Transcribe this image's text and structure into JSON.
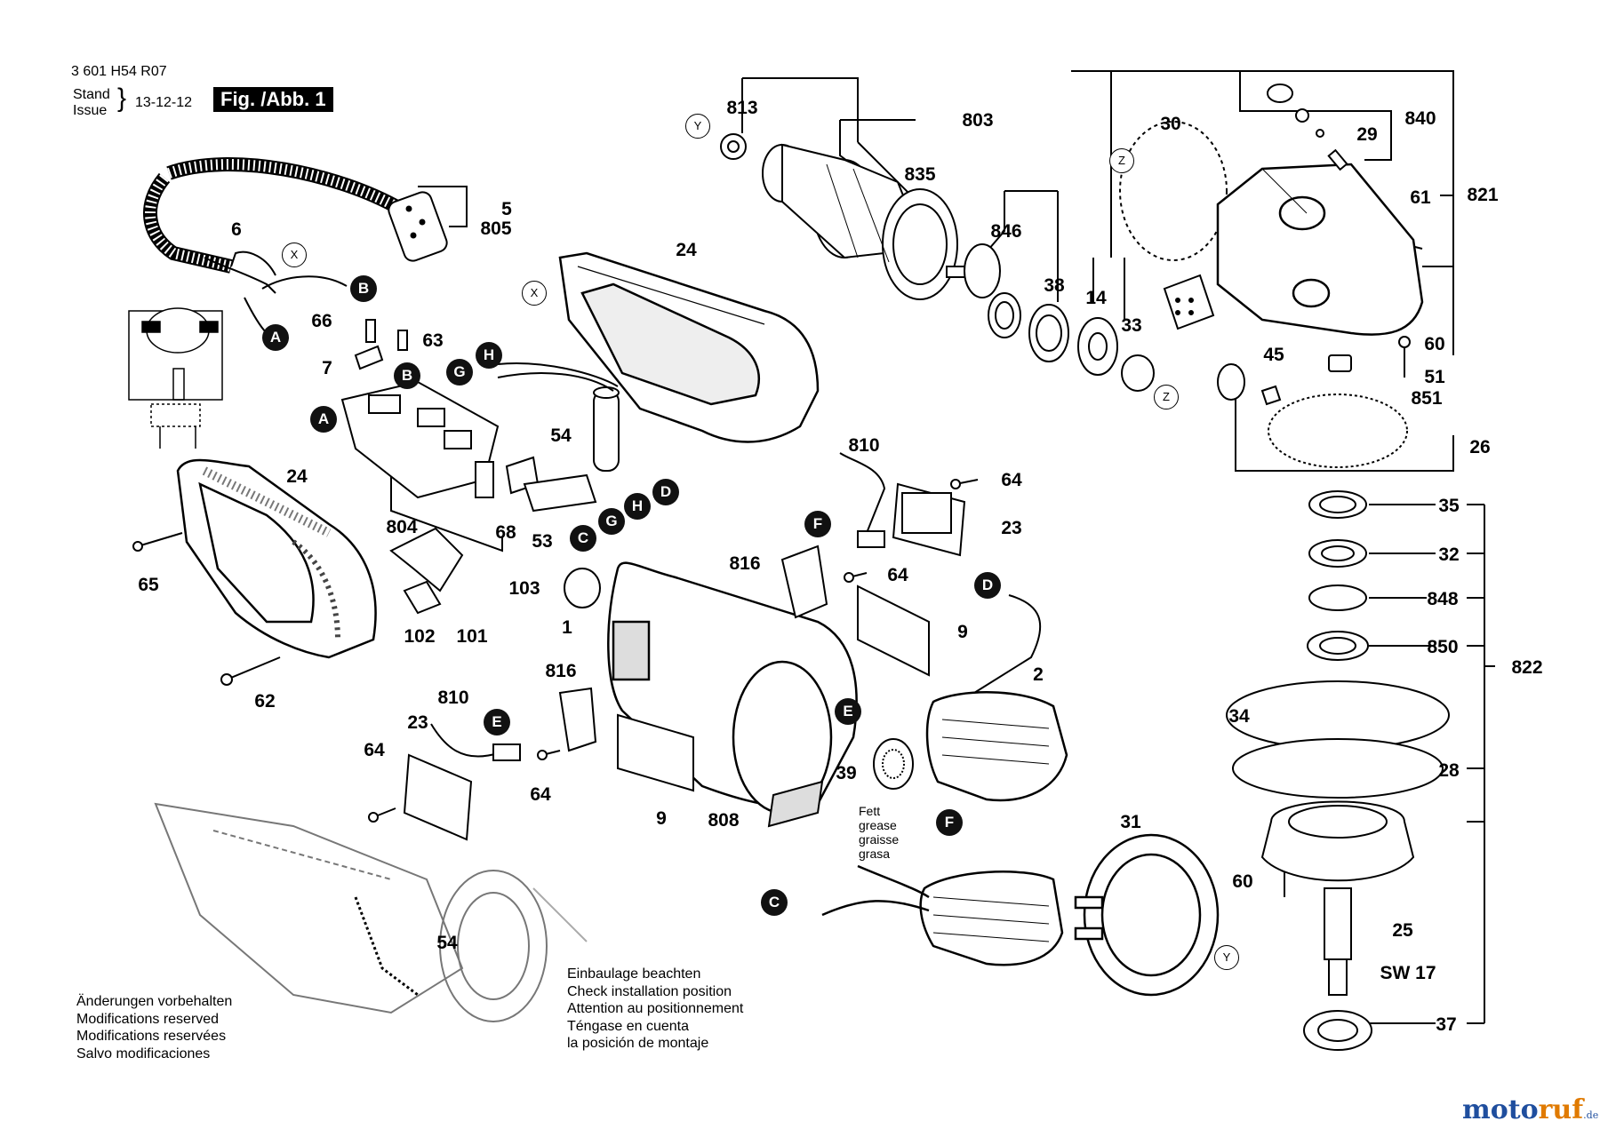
{
  "header": {
    "doc_number": "3 601 H54 R07",
    "stand": "Stand",
    "issue": "Issue",
    "date": "13-12-12",
    "figure_label": "Fig. /Abb. 1"
  },
  "notes": {
    "modifications": [
      "Änderungen vorbehalten",
      "Modifications reserved",
      "Modifications reservées",
      "Salvo modificaciones"
    ],
    "installation": [
      "Einbaulage beachten",
      "Check installation position",
      "Attention au positionnement",
      "Téngase en cuenta",
      "la posición de montaje"
    ],
    "grease": [
      "Fett",
      "grease",
      "graisse",
      "grasa"
    ]
  },
  "callouts": [
    {
      "id": "813",
      "text": "813"
    },
    {
      "id": "803",
      "text": "803"
    },
    {
      "id": "30",
      "text": "30"
    },
    {
      "id": "840",
      "text": "840"
    },
    {
      "id": "29",
      "text": "29"
    },
    {
      "id": "821",
      "text": "821"
    },
    {
      "id": "835",
      "text": "835"
    },
    {
      "id": "61",
      "text": "61"
    },
    {
      "id": "5",
      "text": "5"
    },
    {
      "id": "805",
      "text": "805"
    },
    {
      "id": "6",
      "text": "6"
    },
    {
      "id": "24a",
      "text": "24"
    },
    {
      "id": "846",
      "text": "846"
    },
    {
      "id": "38",
      "text": "38"
    },
    {
      "id": "14",
      "text": "14"
    },
    {
      "id": "33",
      "text": "33"
    },
    {
      "id": "60a",
      "text": "60"
    },
    {
      "id": "51",
      "text": "51"
    },
    {
      "id": "851",
      "text": "851"
    },
    {
      "id": "45",
      "text": "45"
    },
    {
      "id": "26",
      "text": "26"
    },
    {
      "id": "66",
      "text": "66"
    },
    {
      "id": "63",
      "text": "63"
    },
    {
      "id": "7",
      "text": "7"
    },
    {
      "id": "54a",
      "text": "54"
    },
    {
      "id": "810a",
      "text": "810"
    },
    {
      "id": "64a",
      "text": "64"
    },
    {
      "id": "23a",
      "text": "23"
    },
    {
      "id": "24b",
      "text": "24"
    },
    {
      "id": "804",
      "text": "804"
    },
    {
      "id": "68",
      "text": "68"
    },
    {
      "id": "53",
      "text": "53"
    },
    {
      "id": "65",
      "text": "65"
    },
    {
      "id": "816a",
      "text": "816"
    },
    {
      "id": "64b",
      "text": "64"
    },
    {
      "id": "35",
      "text": "35"
    },
    {
      "id": "32",
      "text": "32"
    },
    {
      "id": "848",
      "text": "848"
    },
    {
      "id": "850",
      "text": "850"
    },
    {
      "id": "822",
      "text": "822"
    },
    {
      "id": "103",
      "text": "103"
    },
    {
      "id": "1",
      "text": "1"
    },
    {
      "id": "102",
      "text": "102"
    },
    {
      "id": "101",
      "text": "101"
    },
    {
      "id": "9a",
      "text": "9"
    },
    {
      "id": "62",
      "text": "62"
    },
    {
      "id": "2",
      "text": "2"
    },
    {
      "id": "816b",
      "text": "816"
    },
    {
      "id": "810b",
      "text": "810"
    },
    {
      "id": "34",
      "text": "34"
    },
    {
      "id": "28",
      "text": "28"
    },
    {
      "id": "23b",
      "text": "23"
    },
    {
      "id": "64c",
      "text": "64"
    },
    {
      "id": "39",
      "text": "39"
    },
    {
      "id": "64d",
      "text": "64"
    },
    {
      "id": "9b",
      "text": "9"
    },
    {
      "id": "808",
      "text": "808"
    },
    {
      "id": "31",
      "text": "31"
    },
    {
      "id": "60b",
      "text": "60"
    },
    {
      "id": "25",
      "text": "25"
    },
    {
      "id": "sw17",
      "text": "SW 17"
    },
    {
      "id": "37",
      "text": "37"
    },
    {
      "id": "54b",
      "text": "54"
    }
  ],
  "connectors": [
    {
      "id": "B1",
      "text": "B"
    },
    {
      "id": "A1",
      "text": "A"
    },
    {
      "id": "B2",
      "text": "B"
    },
    {
      "id": "H1",
      "text": "H"
    },
    {
      "id": "G1",
      "text": "G"
    },
    {
      "id": "A2",
      "text": "A"
    },
    {
      "id": "D1",
      "text": "D"
    },
    {
      "id": "H2",
      "text": "H"
    },
    {
      "id": "G2",
      "text": "G"
    },
    {
      "id": "C1",
      "text": "C"
    },
    {
      "id": "F1",
      "text": "F"
    },
    {
      "id": "D2",
      "text": "D"
    },
    {
      "id": "E1",
      "text": "E"
    },
    {
      "id": "E2",
      "text": "E"
    },
    {
      "id": "F2",
      "text": "F"
    },
    {
      "id": "C2",
      "text": "C"
    }
  ],
  "markers": [
    {
      "id": "Y1",
      "text": "Y"
    },
    {
      "id": "X1",
      "text": "X"
    },
    {
      "id": "X2",
      "text": "X"
    },
    {
      "id": "Z1",
      "text": "Z"
    },
    {
      "id": "Z2",
      "text": "Z"
    },
    {
      "id": "Y2",
      "text": "Y"
    }
  ],
  "logo": {
    "part1": "moto",
    "part2": "ruf",
    "suffix": ".de"
  }
}
